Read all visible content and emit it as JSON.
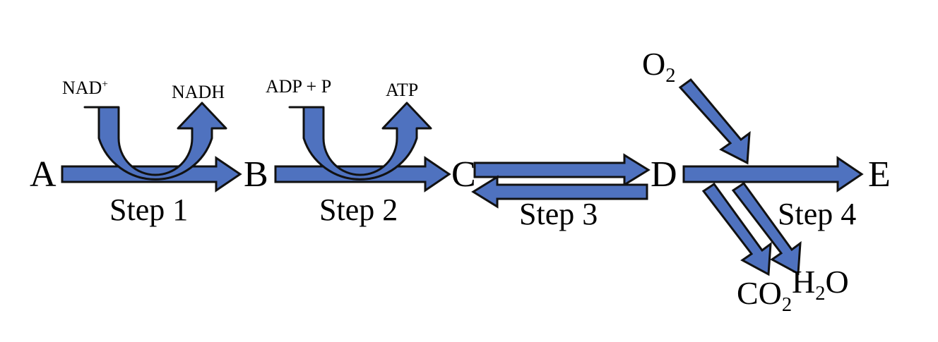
{
  "diagram": {
    "title": "Metabolic pathway A to E with four steps",
    "background_color": "#ffffff",
    "arrow_fill_color": "#4f72bf",
    "arrow_stroke_color": "#1a1a1a",
    "text_color": "#000000"
  },
  "nodes": [
    {
      "id": "A",
      "label": "A"
    },
    {
      "id": "B",
      "label": "B"
    },
    {
      "id": "C",
      "label": "C"
    },
    {
      "id": "D",
      "label": "D"
    },
    {
      "id": "E",
      "label": "E"
    }
  ],
  "steps": [
    {
      "id": "step1",
      "label": "Step 1",
      "from": "A",
      "to": "B",
      "reversible": false
    },
    {
      "id": "step2",
      "label": "Step 2",
      "from": "B",
      "to": "C",
      "reversible": false
    },
    {
      "id": "step3",
      "label": "Step 3",
      "from": "C",
      "to": "D",
      "reversible": true
    },
    {
      "id": "step4",
      "label": "Step 4",
      "from": "D",
      "to": "E",
      "reversible": false
    }
  ],
  "cofactors": {
    "step1": {
      "substrate": {
        "text": "NAD",
        "superscript": "+"
      },
      "product": {
        "text": "NADH",
        "superscript": ""
      }
    },
    "step2": {
      "substrate": {
        "text": "ADP + P",
        "superscript": ""
      },
      "product": {
        "text": "ATP",
        "superscript": ""
      }
    }
  },
  "molecules": {
    "oxygen": {
      "text": "O",
      "subscript": "2"
    },
    "carbon_dioxide": {
      "text": "CO",
      "subscript": "2"
    },
    "water_h": {
      "text": "H",
      "subscript": "2",
      "tail": "O"
    }
  }
}
